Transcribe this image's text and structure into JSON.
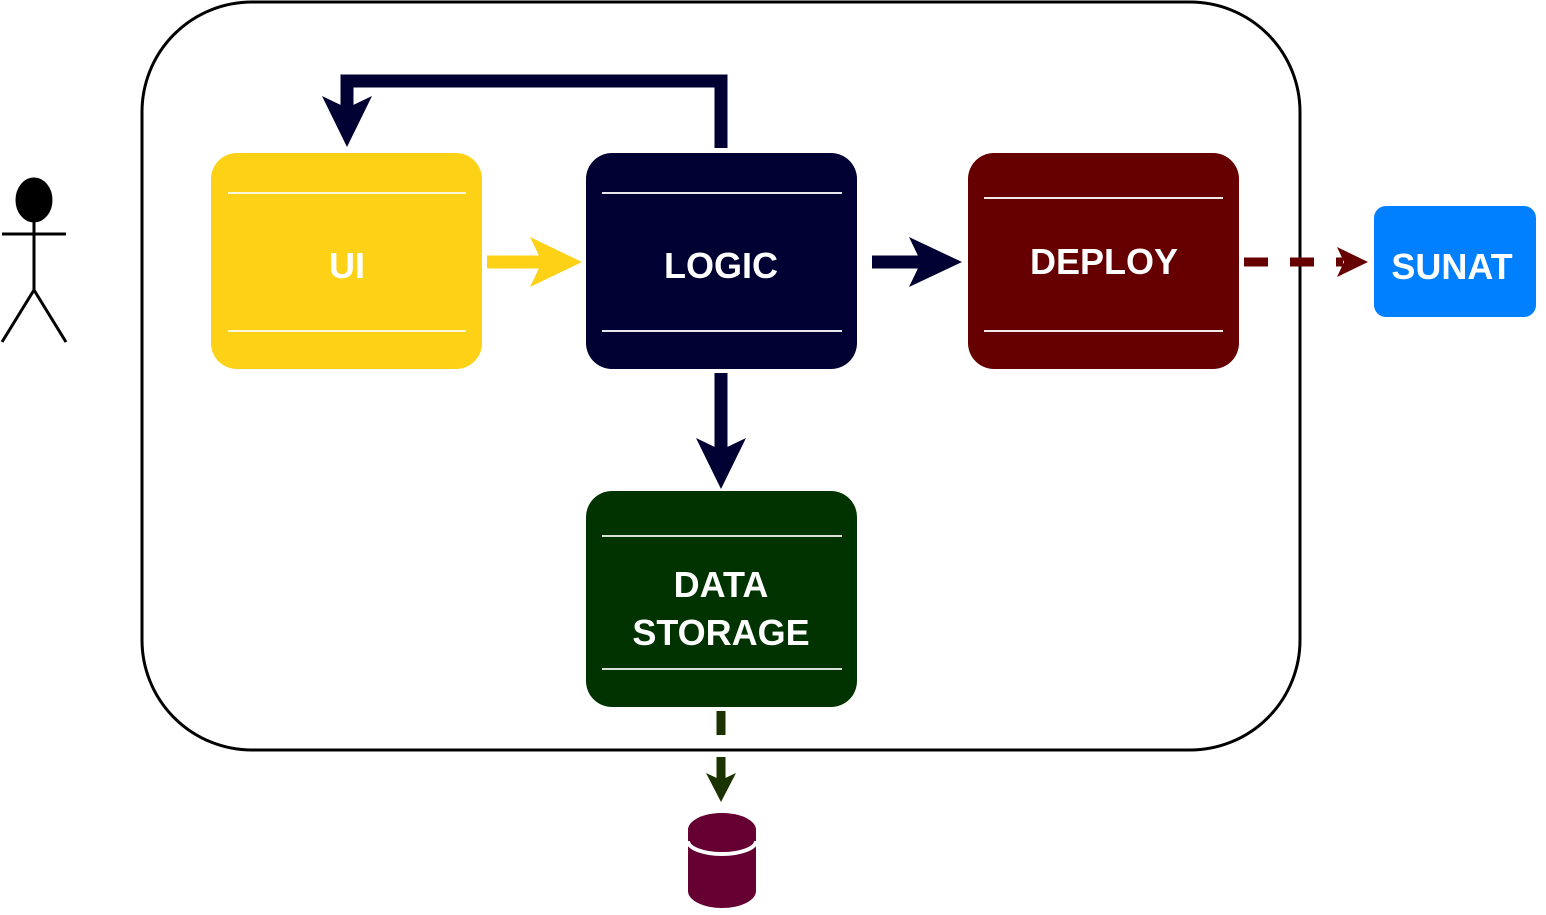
{
  "nodes": {
    "ui": {
      "label": "UI",
      "color": "#fdd116"
    },
    "logic": {
      "label": "LOGIC",
      "color": "#000033"
    },
    "deploy": {
      "label": "DEPLOY",
      "color": "#660000"
    },
    "storage": {
      "label_lines": [
        "DATA",
        "STORAGE"
      ],
      "color": "#003300"
    },
    "sunat": {
      "label": "SUNAT",
      "color": "#0080ff"
    }
  },
  "database": {
    "icon": "database-cylinder-icon",
    "color": "#660033"
  },
  "actor": {
    "icon": "stick-figure-icon",
    "color": "#000000"
  },
  "edges": [
    {
      "from": "ui",
      "to": "logic",
      "style": "solid",
      "color": "#fdd116"
    },
    {
      "from": "logic",
      "to": "ui",
      "style": "solid",
      "color": "#000033"
    },
    {
      "from": "logic",
      "to": "deploy",
      "style": "solid",
      "color": "#000033"
    },
    {
      "from": "logic",
      "to": "storage",
      "style": "solid",
      "color": "#000033"
    },
    {
      "from": "deploy",
      "to": "sunat",
      "style": "dashed",
      "color": "#660000"
    },
    {
      "from": "storage",
      "to": "database",
      "style": "dashed",
      "color": "#1a3300"
    }
  ]
}
